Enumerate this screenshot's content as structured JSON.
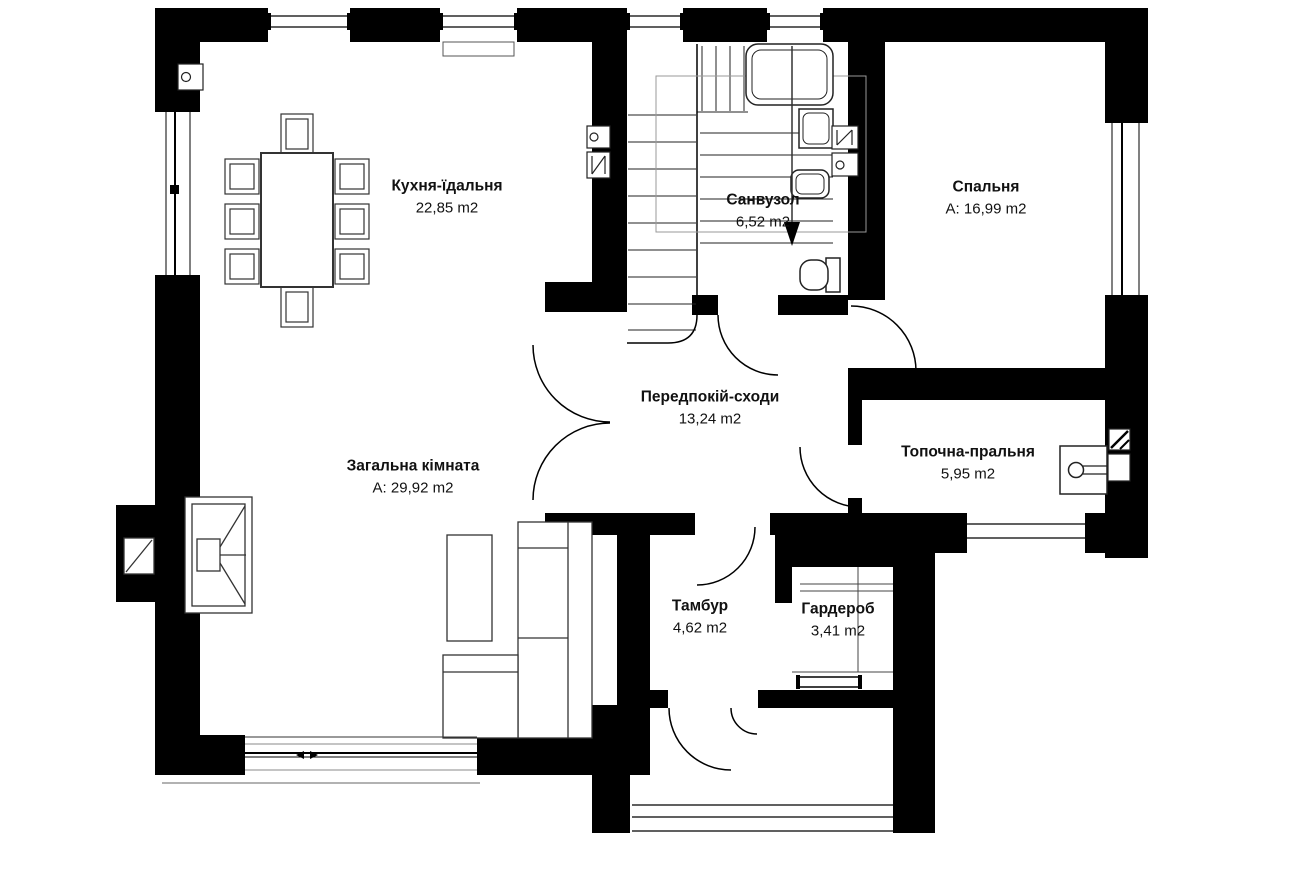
{
  "plan": {
    "type": "first-floor-plan",
    "units_suffix": "m2"
  },
  "rooms": [
    {
      "id": "kitchen-dining",
      "name": "Кухня-їдальня",
      "area": "22,85 m2"
    },
    {
      "id": "bedroom",
      "name": "Спальня",
      "area": "A: 16,99 m2"
    },
    {
      "id": "bathroom",
      "name": "Санвузол",
      "area": "6,52 m2"
    },
    {
      "id": "hallway-stairs",
      "name": "Передпокій-сходи",
      "area": "13,24 m2"
    },
    {
      "id": "living-room",
      "name": "Загальна кімната",
      "area": "A: 29,92 m2"
    },
    {
      "id": "boiler-laundry",
      "name": "Топочна-пральня",
      "area": "5,95 m2"
    },
    {
      "id": "vestibule",
      "name": "Тамбур",
      "area": "4,62 m2"
    },
    {
      "id": "wardrobe",
      "name": "Гардероб",
      "area": "3,41 m2"
    }
  ],
  "colors": {
    "wall": "#000000",
    "background": "#ffffff",
    "furniture_line": "#333333"
  }
}
